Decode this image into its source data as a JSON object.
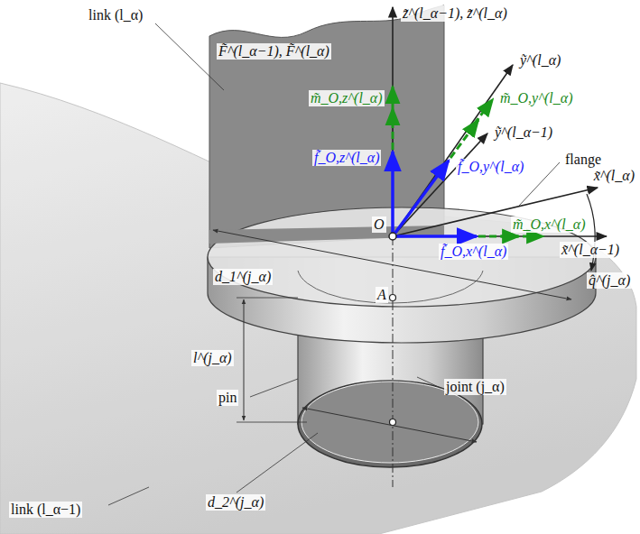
{
  "diagram": {
    "labels": [
      "link (l_α)",
      "F̃^(l_α−1), F̃^(l_α)",
      "z̃^(l_α−1), z̃^(l_α)",
      "ỹ^(l_α)",
      "ỹ^(l_α−1)",
      "flange",
      "x̃^(l_α)",
      "q̂^(j_α)",
      "x̃^(l_α−1)",
      "m̃_O,z^(l_α)",
      "m̃_O,y^(l_α)",
      "f̃_O,z^(l_α)",
      "f̃_O,y^(l_α)",
      "f̃_O,x^(l_α)",
      "m̃_O,x^(l_α)",
      "O",
      "A",
      "d_1^(j_α)",
      "l^(j_α)",
      "pin",
      "joint (j_α)",
      "d_2^(j_α)",
      "link (l_α−1)"
    ]
  }
}
